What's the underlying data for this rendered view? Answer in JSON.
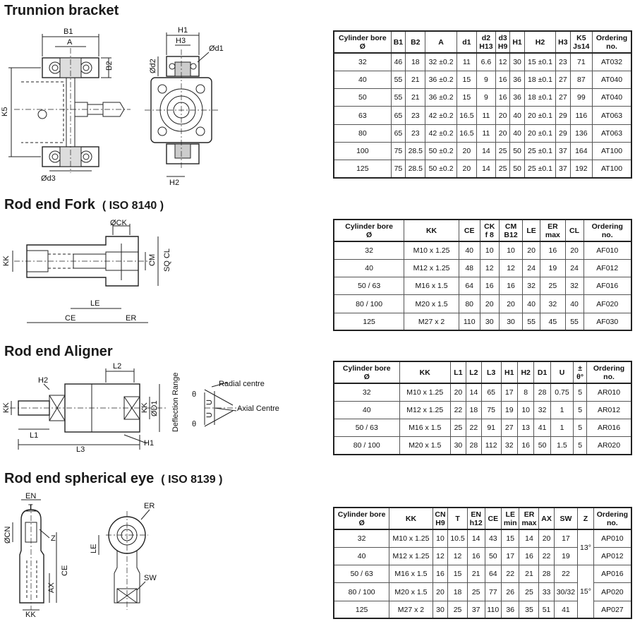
{
  "sections": [
    {
      "title": "Trunnion bracket",
      "subtitle": "",
      "drawing_labels": [
        "B1",
        "A",
        "B2",
        "K5",
        "Ød3",
        "H1",
        "H3",
        "Ød1",
        "Ød2",
        "H2"
      ],
      "columns": [
        "Cylinder bore Ø",
        "B1",
        "B2",
        "A",
        "d1",
        "d2 H13",
        "d3 H9",
        "H1",
        "H2",
        "H3",
        "K5 Js14",
        "Ordering no."
      ],
      "rows": [
        [
          "32",
          "46",
          "18",
          "32 ±0.2",
          "11",
          "6.6",
          "12",
          "30",
          "15 ±0.1",
          "23",
          "71",
          "AT032"
        ],
        [
          "40",
          "55",
          "21",
          "36 ±0.2",
          "15",
          "9",
          "16",
          "36",
          "18 ±0.1",
          "27",
          "87",
          "AT040"
        ],
        [
          "50",
          "55",
          "21",
          "36 ±0.2",
          "15",
          "9",
          "16",
          "36",
          "18 ±0.1",
          "27",
          "99",
          "AT040"
        ],
        [
          "63",
          "65",
          "23",
          "42 ±0.2",
          "16.5",
          "11",
          "20",
          "40",
          "20 ±0.1",
          "29",
          "116",
          "AT063"
        ],
        [
          "80",
          "65",
          "23",
          "42 ±0.2",
          "16.5",
          "11",
          "20",
          "40",
          "20 ±0.1",
          "29",
          "136",
          "AT063"
        ],
        [
          "100",
          "75",
          "28.5",
          "50 ±0.2",
          "20",
          "14",
          "25",
          "50",
          "25 ±0.1",
          "37",
          "164",
          "AT100"
        ],
        [
          "125",
          "75",
          "28.5",
          "50 ±0.2",
          "20",
          "14",
          "25",
          "50",
          "25 ±0.1",
          "37",
          "192",
          "AT100"
        ]
      ]
    },
    {
      "title": "Rod end Fork",
      "subtitle": "( ISO 8140 )",
      "drawing_labels": [
        "ØCK",
        "KK",
        "CM",
        "SQ CL",
        "LE",
        "CE",
        "ER"
      ],
      "columns": [
        "Cylinder bore Ø",
        "KK",
        "CE",
        "CK f 8",
        "CM B12",
        "LE",
        "ER max",
        "CL",
        "Ordering no."
      ],
      "rows": [
        [
          "32",
          "M10 x 1.25",
          "40",
          "10",
          "10",
          "20",
          "16",
          "20",
          "AF010"
        ],
        [
          "40",
          "M12 x 1.25",
          "48",
          "12",
          "12",
          "24",
          "19",
          "24",
          "AF012"
        ],
        [
          "50 / 63",
          "M16 x 1.5",
          "64",
          "16",
          "16",
          "32",
          "25",
          "32",
          "AF016"
        ],
        [
          "80 / 100",
          "M20 x 1.5",
          "80",
          "20",
          "20",
          "40",
          "32",
          "40",
          "AF020"
        ],
        [
          "125",
          "M27 x 2",
          "110",
          "30",
          "30",
          "55",
          "45",
          "55",
          "AF030"
        ]
      ]
    },
    {
      "title": "Rod end Aligner",
      "subtitle": "",
      "drawing_labels": [
        "L2",
        "H2",
        "KK",
        "KK",
        "ØD1",
        "L1",
        "H1",
        "L3",
        "Deflection Range",
        "θ",
        "U",
        "U",
        "θ",
        "Radial centre",
        "Axial Centre"
      ],
      "columns": [
        "Cylinder bore Ø",
        "KK",
        "L1",
        "L2",
        "L3",
        "H1",
        "H2",
        "D1",
        "U",
        "± θ°",
        "Ordering no."
      ],
      "rows": [
        [
          "32",
          "M10 x 1.25",
          "20",
          "14",
          "65",
          "17",
          "8",
          "28",
          "0.75",
          "5",
          "AR010"
        ],
        [
          "40",
          "M12 x 1.25",
          "22",
          "18",
          "75",
          "19",
          "10",
          "32",
          "1",
          "5",
          "AR012"
        ],
        [
          "50 / 63",
          "M16 x 1.5",
          "25",
          "22",
          "91",
          "27",
          "13",
          "41",
          "1",
          "5",
          "AR016"
        ],
        [
          "80 / 100",
          "M20 x 1.5",
          "30",
          "28",
          "112",
          "32",
          "16",
          "50",
          "1.5",
          "5",
          "AR020"
        ]
      ]
    },
    {
      "title": "Rod end spherical eye",
      "subtitle": "( ISO 8139 )",
      "drawing_labels": [
        "EN",
        "T",
        "ØCN",
        "Z",
        "LE",
        "CE",
        "AX",
        "KK",
        "ER",
        "SW"
      ],
      "columns": [
        "Cylinder bore Ø",
        "KK",
        "CN H9",
        "T",
        "EN h12",
        "CE",
        "LE min",
        "ER max",
        "AX",
        "SW",
        "Z",
        "Ordering no."
      ],
      "rows": [
        [
          "32",
          "M10 x 1.25",
          "10",
          "10.5",
          "14",
          "43",
          "15",
          "14",
          "20",
          "17",
          "13°",
          "AP010"
        ],
        [
          "40",
          "M12 x 1.25",
          "12",
          "12",
          "16",
          "50",
          "17",
          "16",
          "22",
          "19",
          "",
          "AP012"
        ],
        [
          "50 / 63",
          "M16 x 1.5",
          "16",
          "15",
          "21",
          "64",
          "22",
          "21",
          "28",
          "22",
          "15°",
          "AP016"
        ],
        [
          "80 / 100",
          "M20 x 1.5",
          "20",
          "18",
          "25",
          "77",
          "26",
          "25",
          "33",
          "30/32",
          "",
          "AP020"
        ],
        [
          "125",
          "M27 x 2",
          "30",
          "25",
          "37",
          "110",
          "36",
          "35",
          "51",
          "41",
          "",
          "AP027"
        ]
      ]
    }
  ]
}
